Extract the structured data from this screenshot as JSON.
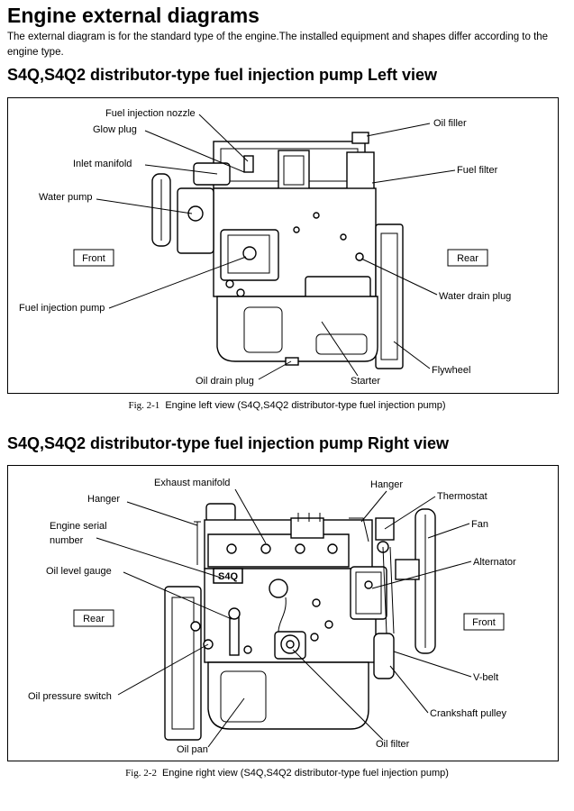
{
  "header": {
    "title": "Engine external diagrams",
    "intro": "The external diagram is for the standard type of the engine.The installed equipment and shapes differ according to the engine type."
  },
  "left_view": {
    "title": "S4Q,S4Q2 distributor-type fuel injection pump Left view",
    "caption_num": "Fig. 2-1",
    "caption_text": "Engine left view (S4Q,S4Q2 distributor-type fuel injection pump)",
    "front_label": "Front",
    "rear_label": "Rear",
    "callouts": {
      "fuel_injection_nozzle": "Fuel injection nozzle",
      "glow_plug": "Glow plug",
      "inlet_manifold": "Inlet manifold",
      "water_pump": "Water pump",
      "fuel_injection_pump": "Fuel injection pump",
      "oil_drain_plug": "Oil drain plug",
      "starter": "Starter",
      "flywheel": "Flywheel",
      "water_drain_plug": "Water drain plug",
      "fuel_filter": "Fuel filter",
      "oil_filler": "Oil filler"
    }
  },
  "right_view": {
    "title": "S4Q,S4Q2 distributor-type fuel injection pump Right view",
    "caption_num": "Fig. 2-2",
    "caption_text": "Engine right view (S4Q,S4Q2 distributor-type fuel injection pump)",
    "front_label": "Front",
    "rear_label": "Rear",
    "engine_badge": "S4Q",
    "callouts": {
      "exhaust_manifold": "Exhaust manifold",
      "hanger_left": "Hanger",
      "engine_serial_1": "Engine serial",
      "engine_serial_2": "number",
      "oil_level_gauge": "Oil level gauge",
      "oil_pressure_switch": "Oil pressure switch",
      "oil_pan": "Oil pan",
      "oil_filter": "Oil filter",
      "crankshaft_pulley": "Crankshaft pulley",
      "v_belt": "V-belt",
      "alternator": "Alternator",
      "fan": "Fan",
      "thermostat": "Thermostat",
      "hanger_right": "Hanger"
    }
  }
}
